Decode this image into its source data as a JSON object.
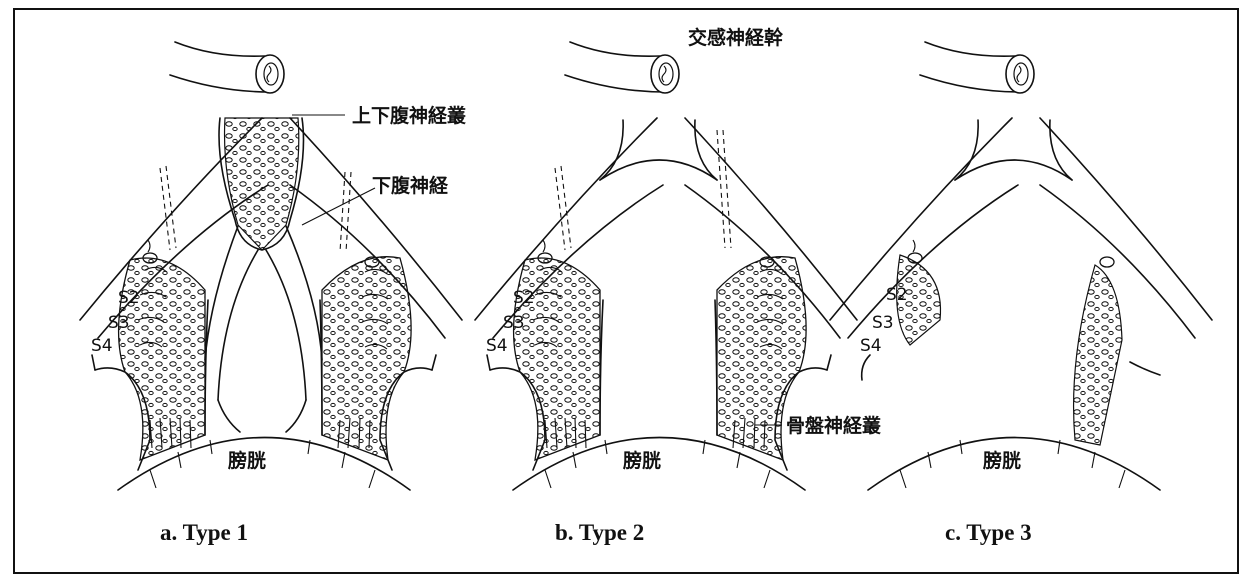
{
  "labels": {
    "superior_hypogastric_plexus": "上下腹神経叢",
    "hypogastric_nerve": "下腹神経",
    "sympathetic_trunk": "交感神経幹",
    "pelvic_plexus": "骨盤神経叢",
    "bladder": "膀胱",
    "s2": "S2",
    "s3": "S3",
    "s4": "S4"
  },
  "panels": [
    {
      "caption": "a.  Type 1"
    },
    {
      "caption": "b.  Type 2"
    },
    {
      "caption": "c.  Type 3"
    }
  ]
}
